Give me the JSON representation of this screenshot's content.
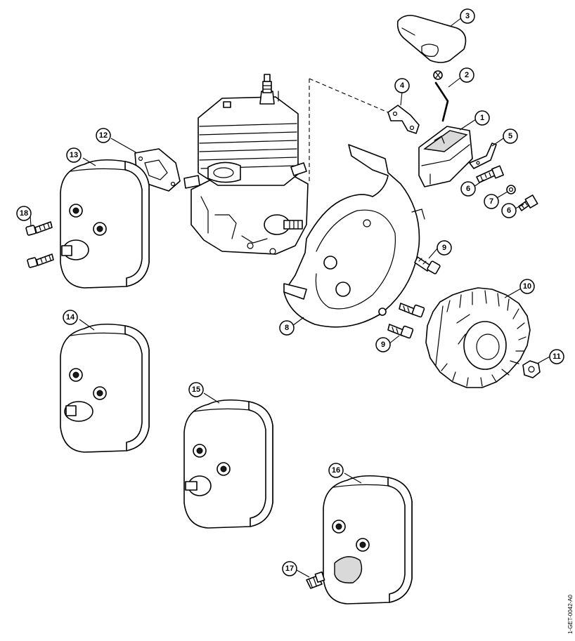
{
  "callouts": [
    {
      "id": "callout-1",
      "label": "1"
    },
    {
      "id": "callout-2",
      "label": "2"
    },
    {
      "id": "callout-3",
      "label": "3"
    },
    {
      "id": "callout-4",
      "label": "4"
    },
    {
      "id": "callout-5",
      "label": "5"
    },
    {
      "id": "callout-6a",
      "label": "6"
    },
    {
      "id": "callout-7",
      "label": "7"
    },
    {
      "id": "callout-6b",
      "label": "6"
    },
    {
      "id": "callout-8",
      "label": "8"
    },
    {
      "id": "callout-9a",
      "label": "9"
    },
    {
      "id": "callout-9b",
      "label": "9"
    },
    {
      "id": "callout-10",
      "label": "10"
    },
    {
      "id": "callout-11",
      "label": "11"
    },
    {
      "id": "callout-12",
      "label": "12"
    },
    {
      "id": "callout-13",
      "label": "13"
    },
    {
      "id": "callout-14",
      "label": "14"
    },
    {
      "id": "callout-15",
      "label": "15"
    },
    {
      "id": "callout-16",
      "label": "16"
    },
    {
      "id": "callout-17",
      "label": "17"
    },
    {
      "id": "callout-18",
      "label": "18"
    }
  ],
  "drawing_code": "1-GET-0042-A0"
}
